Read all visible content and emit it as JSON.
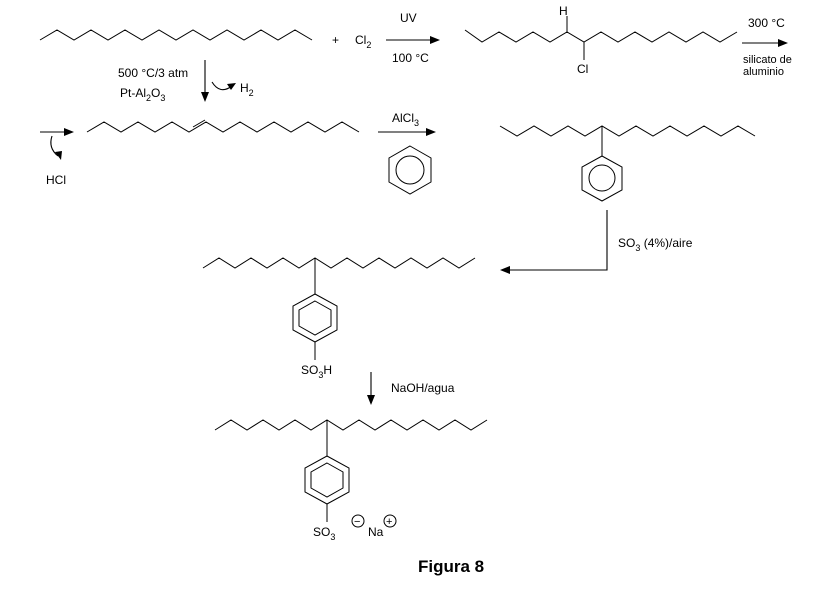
{
  "reagents": {
    "plus": "+",
    "cl2": {
      "base": "Cl",
      "sub": "2"
    },
    "uv": "UV",
    "temp1": "100 °C",
    "dehydro_line1": "500 °C/3 atm",
    "dehydro_line2": {
      "a": "Pt-Al",
      "s1": "2",
      "b": "O",
      "s2": "3"
    },
    "h2": {
      "base": "H",
      "sub": "2"
    },
    "temp2": "300 °C",
    "catalyst_line1": "silicato de",
    "catalyst_line2": "aluminio",
    "hcl": "HCl",
    "alcl3": {
      "base": "AlCl",
      "sub": "3"
    },
    "so3_air": {
      "a": "SO",
      "sub": "3",
      "b": " (4%)/aire"
    },
    "naoh": "NaOH/agua"
  },
  "atoms": {
    "h": "H",
    "cl": "Cl",
    "so3h": {
      "a": "SO",
      "sub": "3",
      "b": "H"
    },
    "so3": {
      "a": "SO",
      "sub": "3"
    },
    "na": "Na",
    "minus": "−",
    "plus": "+"
  },
  "caption": "Figura 8"
}
